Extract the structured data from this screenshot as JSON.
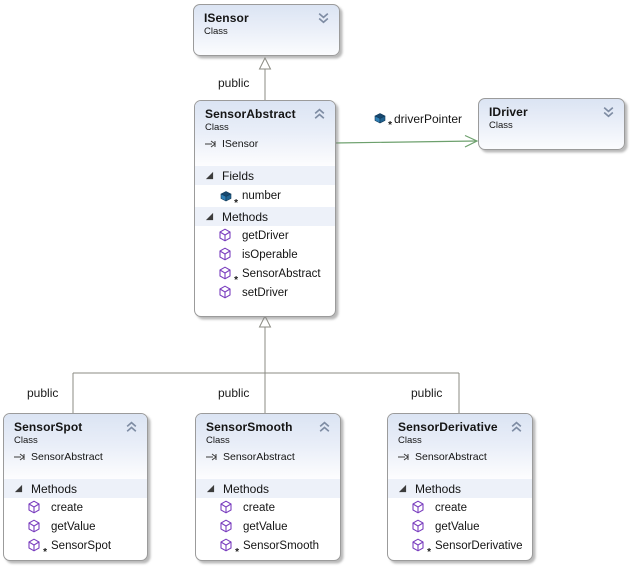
{
  "diagram": {
    "kind_label": "Class",
    "sections": {
      "fields_label": "Fields",
      "methods_label": "Methods"
    },
    "labels": {
      "public_top": "public",
      "public_left": "public",
      "public_middle": "public",
      "public_right": "public",
      "driver_pointer": "driverPointer"
    },
    "classes": {
      "isensor": {
        "name": "ISensor",
        "kind": "Class"
      },
      "idriver": {
        "name": "IDriver",
        "kind": "Class"
      },
      "sensor_abstract": {
        "name": "SensorAbstract",
        "kind": "Class",
        "base": "ISensor",
        "fields": [
          {
            "label": "number",
            "modifier": "star"
          }
        ],
        "methods": [
          {
            "label": "getDriver"
          },
          {
            "label": "isOperable"
          },
          {
            "label": "SensorAbstract",
            "modifier": "star"
          },
          {
            "label": "setDriver"
          }
        ]
      },
      "sensor_spot": {
        "name": "SensorSpot",
        "kind": "Class",
        "base": "SensorAbstract",
        "methods": [
          {
            "label": "create"
          },
          {
            "label": "getValue"
          },
          {
            "label": "SensorSpot",
            "modifier": "star"
          }
        ]
      },
      "sensor_smooth": {
        "name": "SensorSmooth",
        "kind": "Class",
        "base": "SensorAbstract",
        "methods": [
          {
            "label": "create"
          },
          {
            "label": "getValue"
          },
          {
            "label": "SensorSmooth",
            "modifier": "star"
          }
        ]
      },
      "sensor_derivative": {
        "name": "SensorDerivative",
        "kind": "Class",
        "base": "SensorAbstract",
        "methods": [
          {
            "label": "create"
          },
          {
            "label": "getValue"
          },
          {
            "label": "SensorDerivative",
            "modifier": "star"
          }
        ]
      }
    },
    "icons": {
      "collapse": "chevron-double-up",
      "expand": "chevron-double-down",
      "section_state": "triangle-expanded",
      "method": "purple-cube-outline",
      "field": "blue-3d-box",
      "modifier_star": "*",
      "implements": "arrow-with-bar"
    },
    "colors": {
      "association_line": "#6da06d",
      "inheritance_line": "#8b8b83",
      "method_icon": "#7b3fbf",
      "field_icon_top": "#17486f",
      "field_icon_front": "#2f7fb5",
      "section_bg": "#edf1f9",
      "header_gradient_top": "#dbe4f3",
      "chevron": "#7e8ca3"
    }
  }
}
